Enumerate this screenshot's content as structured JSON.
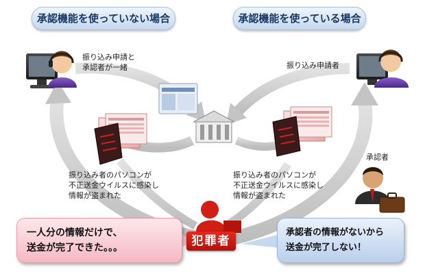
{
  "headings": {
    "without_approval": "承認機能を使っていない場合",
    "with_approval": "承認機能を使っている場合"
  },
  "left_user_label": [
    "振り込み申請と",
    "承認者が一緒"
  ],
  "right_user_label": "振り込み申請者",
  "approver_label": "承認者",
  "infection_note": [
    "振り込み者のパソコンが",
    "不正送金ウイルスに感染し",
    "情報が盗まれた"
  ],
  "criminal_label": "犯罪者",
  "bubble_left": [
    "一人分の情報だけで、",
    "送金が完了できた。。。"
  ],
  "bubble_right": [
    "承認者の情報がないから",
    "送金が完了しない！"
  ],
  "colors": {
    "arrow": "#c9c9c9",
    "criminal": "#d11f16",
    "pill_text": "#1b3a63"
  }
}
